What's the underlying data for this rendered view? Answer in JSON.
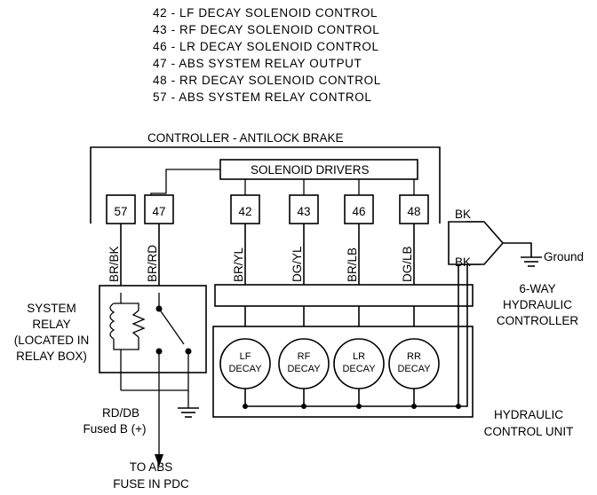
{
  "legend": [
    "42 - LF DECAY SOLENOID CONTROL",
    "43 - RF DECAY SOLENOID CONTROL",
    "46 - LR DECAY SOLENOID CONTROL",
    "47 - ABS SYSTEM RELAY OUTPUT",
    "48 - RR DECAY SOLENOID CONTROL",
    "57 - ABS SYSTEM RELAY CONTROL"
  ],
  "controller": {
    "title": "CONTROLLER - ANTILOCK BRAKE",
    "solenoid_drivers": "SOLENOID DRIVERS",
    "pins": [
      "57",
      "47",
      "42",
      "43",
      "46",
      "48"
    ],
    "wire_colors": [
      "BR/BK",
      "BR/RD",
      "BR/YL",
      "DG/YL",
      "BR/LB",
      "DG/LB"
    ]
  },
  "relay": {
    "label": [
      "SYSTEM",
      "RELAY",
      "(LOCATED IN",
      "RELAY BOX)"
    ],
    "feed": [
      "RD/DB",
      "Fused B (+)"
    ],
    "fuse": [
      "TO ABS",
      "FUSE IN PDC"
    ]
  },
  "solenoids": [
    {
      "line1": "LF",
      "line2": "DECAY"
    },
    {
      "line1": "RF",
      "line2": "DECAY"
    },
    {
      "line1": "LR",
      "line2": "DECAY"
    },
    {
      "line1": "RR",
      "line2": "DECAY"
    }
  ],
  "connector": {
    "label": [
      "6-WAY",
      "HYDRAULIC",
      "CONTROLLER"
    ],
    "wire_top": "BK",
    "wire_bottom": "BK",
    "ground": "Ground"
  },
  "hcu": {
    "label": [
      "HYDRAULIC",
      "CONTROL UNIT"
    ]
  }
}
